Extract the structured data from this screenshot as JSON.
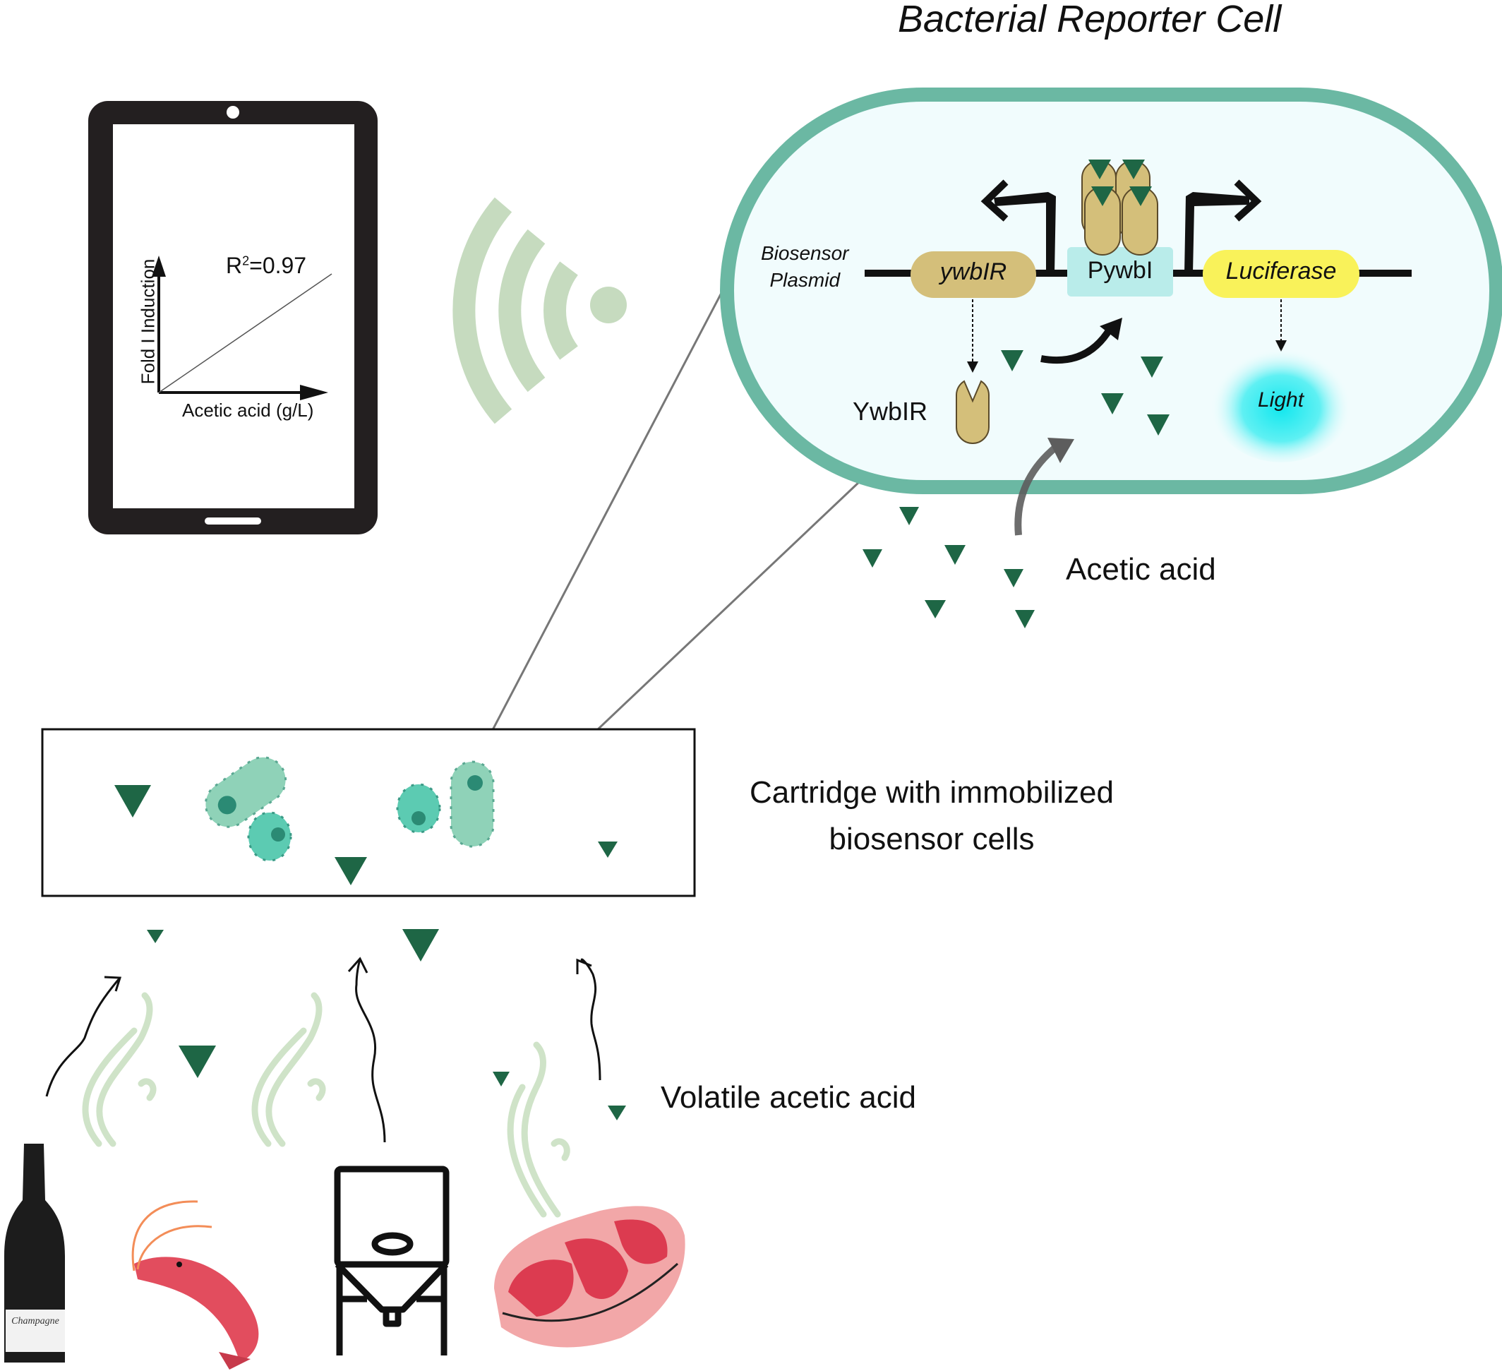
{
  "title": "Bacterial Reporter Cell",
  "tablet": {
    "screen_chart": {
      "r2_prefix": "R",
      "r2_exp": "2",
      "r2_value": "=0.97",
      "xlabel": "Acetic acid  (g/L)",
      "ylabel": "Fold I Induction"
    }
  },
  "cell": {
    "plasmid_label_line1": "Biosensor",
    "plasmid_label_line2": "Plasmid",
    "genes": [
      {
        "name": "ywbIR",
        "color": "#d4bf7a"
      },
      {
        "name": "PywbI",
        "color": "#b9ecea"
      },
      {
        "name": "Luciferase",
        "color": "#f9f25a"
      }
    ],
    "protein_label": "YwbIR",
    "light_label": "Light",
    "membrane_color": "#6bb8a3",
    "cytoplasm_color": "#f1fcfd"
  },
  "labels": {
    "acetic_acid": "Acetic acid",
    "cartridge": "Cartridge with immobilized biosensor cells",
    "volatile": "Volatile acetic acid"
  },
  "sources": [
    "champagne-bottle",
    "shrimp",
    "fermentation-tank",
    "meat"
  ],
  "colors": {
    "acid_triangle": "#1e6645",
    "wifi": "#c6dbbf",
    "vapor": "#cfe3c8",
    "bacteria_light": "#8fd2b8",
    "bacteria_dark": "#5ccbb2"
  }
}
